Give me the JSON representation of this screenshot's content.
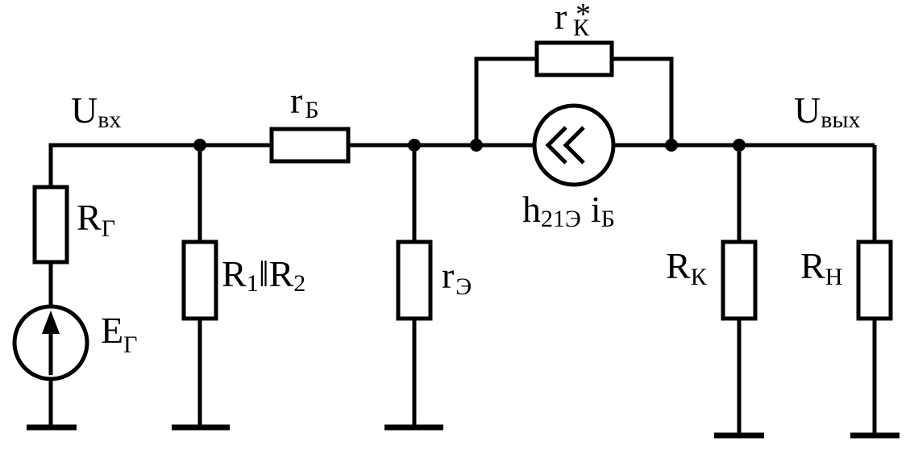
{
  "diagram": {
    "labels": {
      "u_in": {
        "main": "U",
        "sub": "вх"
      },
      "u_out": {
        "main": "U",
        "sub": "вых"
      },
      "r_b": {
        "main": "r",
        "sub": "Б"
      },
      "r_k_star": {
        "main": "r",
        "sub": "К",
        "sup": "*"
      },
      "r_g": {
        "main": "R",
        "sub": "Г"
      },
      "e_g": {
        "main": "E",
        "sub": "Г"
      },
      "r12": {
        "r": "R",
        "sub1": "1",
        "par": "‖",
        "r2": "R",
        "sub2": "2"
      },
      "r_e": {
        "main": "r",
        "sub": "Э"
      },
      "h21": {
        "main": "h",
        "sub": "21Э",
        "i": "i",
        "isub": "Б"
      },
      "r_k": {
        "main": "R",
        "sub": "К"
      },
      "r_n": {
        "main": "R",
        "sub": "Н"
      }
    }
  }
}
